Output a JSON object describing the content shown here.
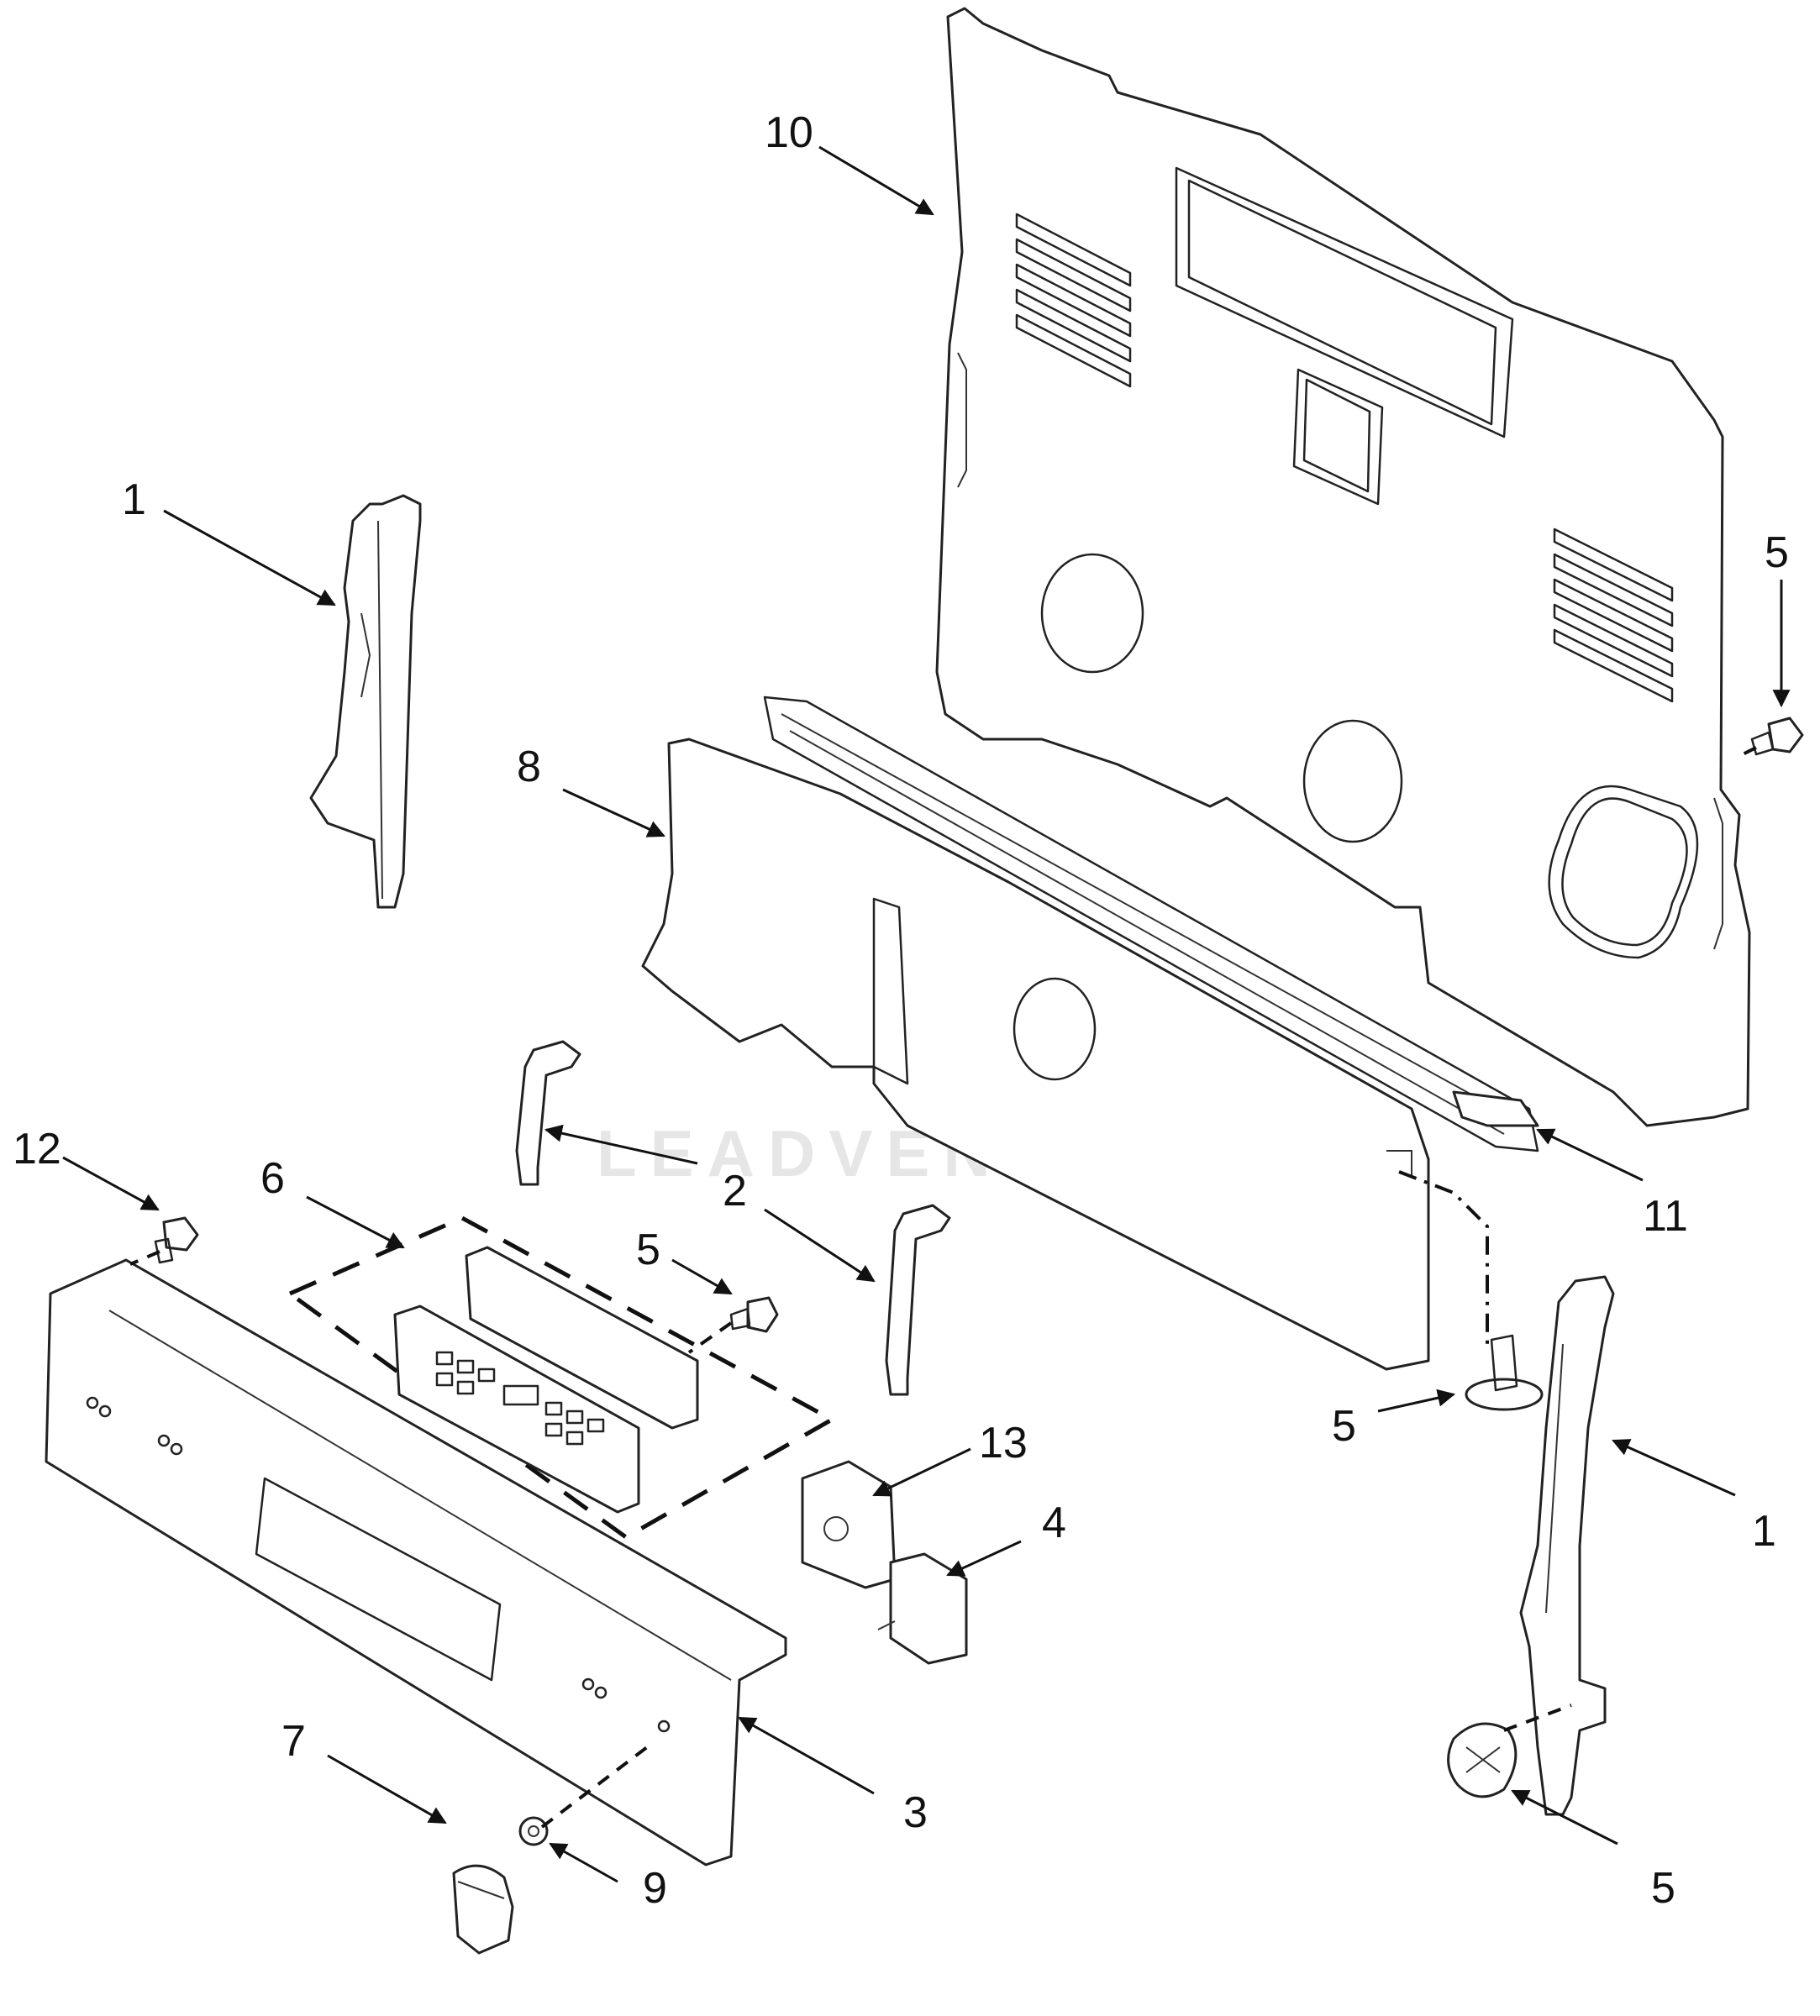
{
  "watermark": {
    "text": "LEADVENTURE"
  },
  "callouts": [
    {
      "id": "top-panel",
      "label": "10"
    },
    {
      "id": "left-side-trim",
      "label": "1"
    },
    {
      "id": "right-side-trim",
      "label": "1"
    },
    {
      "id": "screw-top-right",
      "label": "5"
    },
    {
      "id": "control-panel-backer",
      "label": "8"
    },
    {
      "id": "end-cap",
      "label": "11"
    },
    {
      "id": "bracket",
      "label": "2"
    },
    {
      "id": "panel-screw",
      "label": "12"
    },
    {
      "id": "control-board",
      "label": "6"
    },
    {
      "id": "screw-middle",
      "label": "5"
    },
    {
      "id": "screw-right-middle",
      "label": "5"
    },
    {
      "id": "screw-bottom-right",
      "label": "5"
    },
    {
      "id": "switch-13",
      "label": "13"
    },
    {
      "id": "switch-4",
      "label": "4"
    },
    {
      "id": "knob",
      "label": "7"
    },
    {
      "id": "knob-clip",
      "label": "9"
    },
    {
      "id": "control-panel",
      "label": "3"
    }
  ]
}
